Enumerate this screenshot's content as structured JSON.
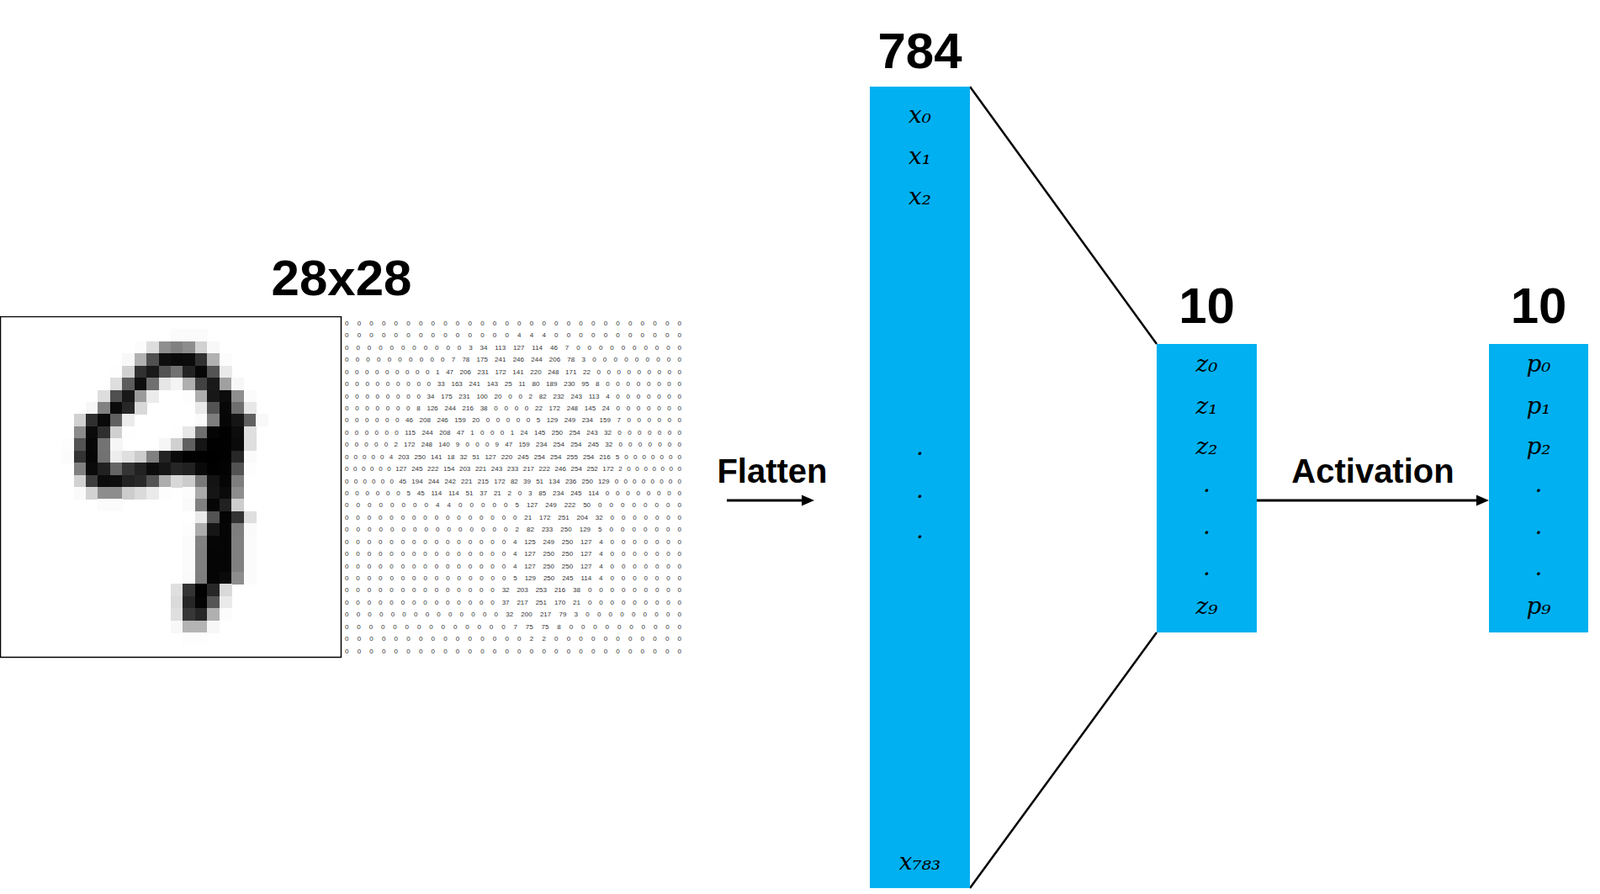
{
  "diagram": {
    "nodes": [
      {
        "text": [
          "784",
          "x₀",
          "x₁",
          "x₂",
          ".",
          ".",
          ".",
          "x₇₈₃"
        ]
      },
      {
        "text": [
          "10",
          "z₀",
          "z₁",
          "z₂",
          ".",
          ".",
          ".",
          "z₉"
        ]
      },
      {
        "text": [
          "10",
          "p₀",
          "p₁",
          "p₂",
          ".",
          ".",
          ".",
          "p₉"
        ]
      }
    ],
    "edges": [
      {
        "from": 0,
        "to": 1,
        "arrow": "none"
      },
      {
        "from": 0,
        "to": 1,
        "arrow": "none"
      },
      {
        "from": 1,
        "to": 2,
        "arrow": "to",
        "label": "Activation"
      }
    ],
    "labels": [
      "28x28",
      "0 0 0 0 0 0 0 0 0 0 0 0 0 0 0 0 0 0 0 0 0 0 0 0 0 0 0 0",
      "0 0 0 0 0 0 0 0 0 0 0 0 0 0 4 4 4 0 0 0 0 0 0 0 0 0 0 0",
      "0 0 0 0 0 0 0 0 0 0 0 3 34 113 127 114 46 7 0 0 0 0 0 0 0 0 0 0",
      "0 0 0 0 0 0 0 0 0 0 7 78 175 241 246 244 206 78 3 0 0 0 0 0 0 0 0 0",
      "0 0 0 0 0 0 0 0 0 1 47 206 231 172 141 220 248 171 22 0 0 0 0 0 0 0 0 0",
      "0 0 0 0 0 0 0 0 0 33 163 241 143 25 11 80 189 230 95 8 0 0 0 0 0 0 0 0",
      "0 0 0 0 0 0 0 0 34 175 231 100 20 0 0 2 82 232 243 113 4 0 0 0 0 0 0 0",
      "0 0 0 0 0 0 0 8 126 244 216 38 0 0 0 0 22 172 248 145 24 0 0 0 0 0 0 0",
      "0 0 0 0 0 0 46 208 246 159 20 0 0 0 0 0 5 129 249 234 159 7 0 0 0 0 0 0",
      "0 0 0 0 0 0 115 244 208 47 1 0 0 0 1 24 145 250 254 243 32 0 0 0 0 0 0 0",
      "0 0 0 0 0 2 172 248 140 9 0 0 0 9 47 159 234 254 254 245 32 0 0 0 0 0 0 0",
      "0 0 0 0 0 4 203 250 141 18 32 51 127 220 245 254 254 255 254 216 5 0 0 0 0 0 0 0",
      "0 0 0 0 0 0 127 245 222 154 203 221 243 233 217 222 246 254 252 172 2 0 0 0 0 0 0 0",
      "0 0 0 0 0 0 45 194 244 242 221 215 172 82 39 51 134 236 250 129 0 0 0 0 0 0 0 0",
      "0 0 0 0 0 0 5 45 114 114 51 37 21 2 0 3 85 234 245 114 0 0 0 0 0 0 0 0",
      "0 0 0 0 0 0 0 0 4 4 0 0 0 0 0 5 127 249 222 50 0 0 0 0 0 0 0 0",
      "0 0 0 0 0 0 0 0 0 0 0 0 0 0 0 0 21 172 251 204 32 0 0 0 0 0 0 0",
      "0 0 0 0 0 0 0 0 0 0 0 0 0 0 0 2 82 233 250 129 5 0 0 0 0 0 0 0",
      "0 0 0 0 0 0 0 0 0 0 0 0 0 0 0 4 125 249 250 127 4 0 0 0 0 0 0 0",
      "0 0 0 0 0 0 0 0 0 0 0 0 0 0 0 4 127 250 250 127 4 0 0 0 0 0 0 0",
      "0 0 0 0 0 0 0 0 0 0 0 0 0 0 0 4 127 250 250 127 4 0 0 0 0 0 0 0",
      "0 0 0 0 0 0 0 0 0 0 0 0 0 0 0 5 129 250 245 114 4 0 0 0 0 0 0 0",
      "0 0 0 0 0 0 0 0 0 0 0 0 0 0 32 203 253 216 38 0 0 0 0 0 0 0 0 0",
      "0 0 0 0 0 0 0 0 0 0 0 0 0 0 37 217 251 170 21 0 0 0 0 0 0 0 0 0",
      "0 0 0 0 0 0 0 0 0 0 0 0 0 0 32 200 217 79 3 0 0 0 0 0 0 0 0 0",
      "0 0 0 0 0 0 0 0 0 0 0 0 0 0 7 75 75 8 0 0 0 0 0 0 0 0 0 0",
      "0 0 0 0 0 0 0 0 0 0 0 0 0 0 0 2 2 0 0 0 0 0 0 0 0 0 0 0",
      "0 0 0 0 0 0 0 0 0 0 0 0 0 0 0 0 0 0 0 0 0 0 0 0 0 0 0 0",
      "Flatten"
    ]
  }
}
